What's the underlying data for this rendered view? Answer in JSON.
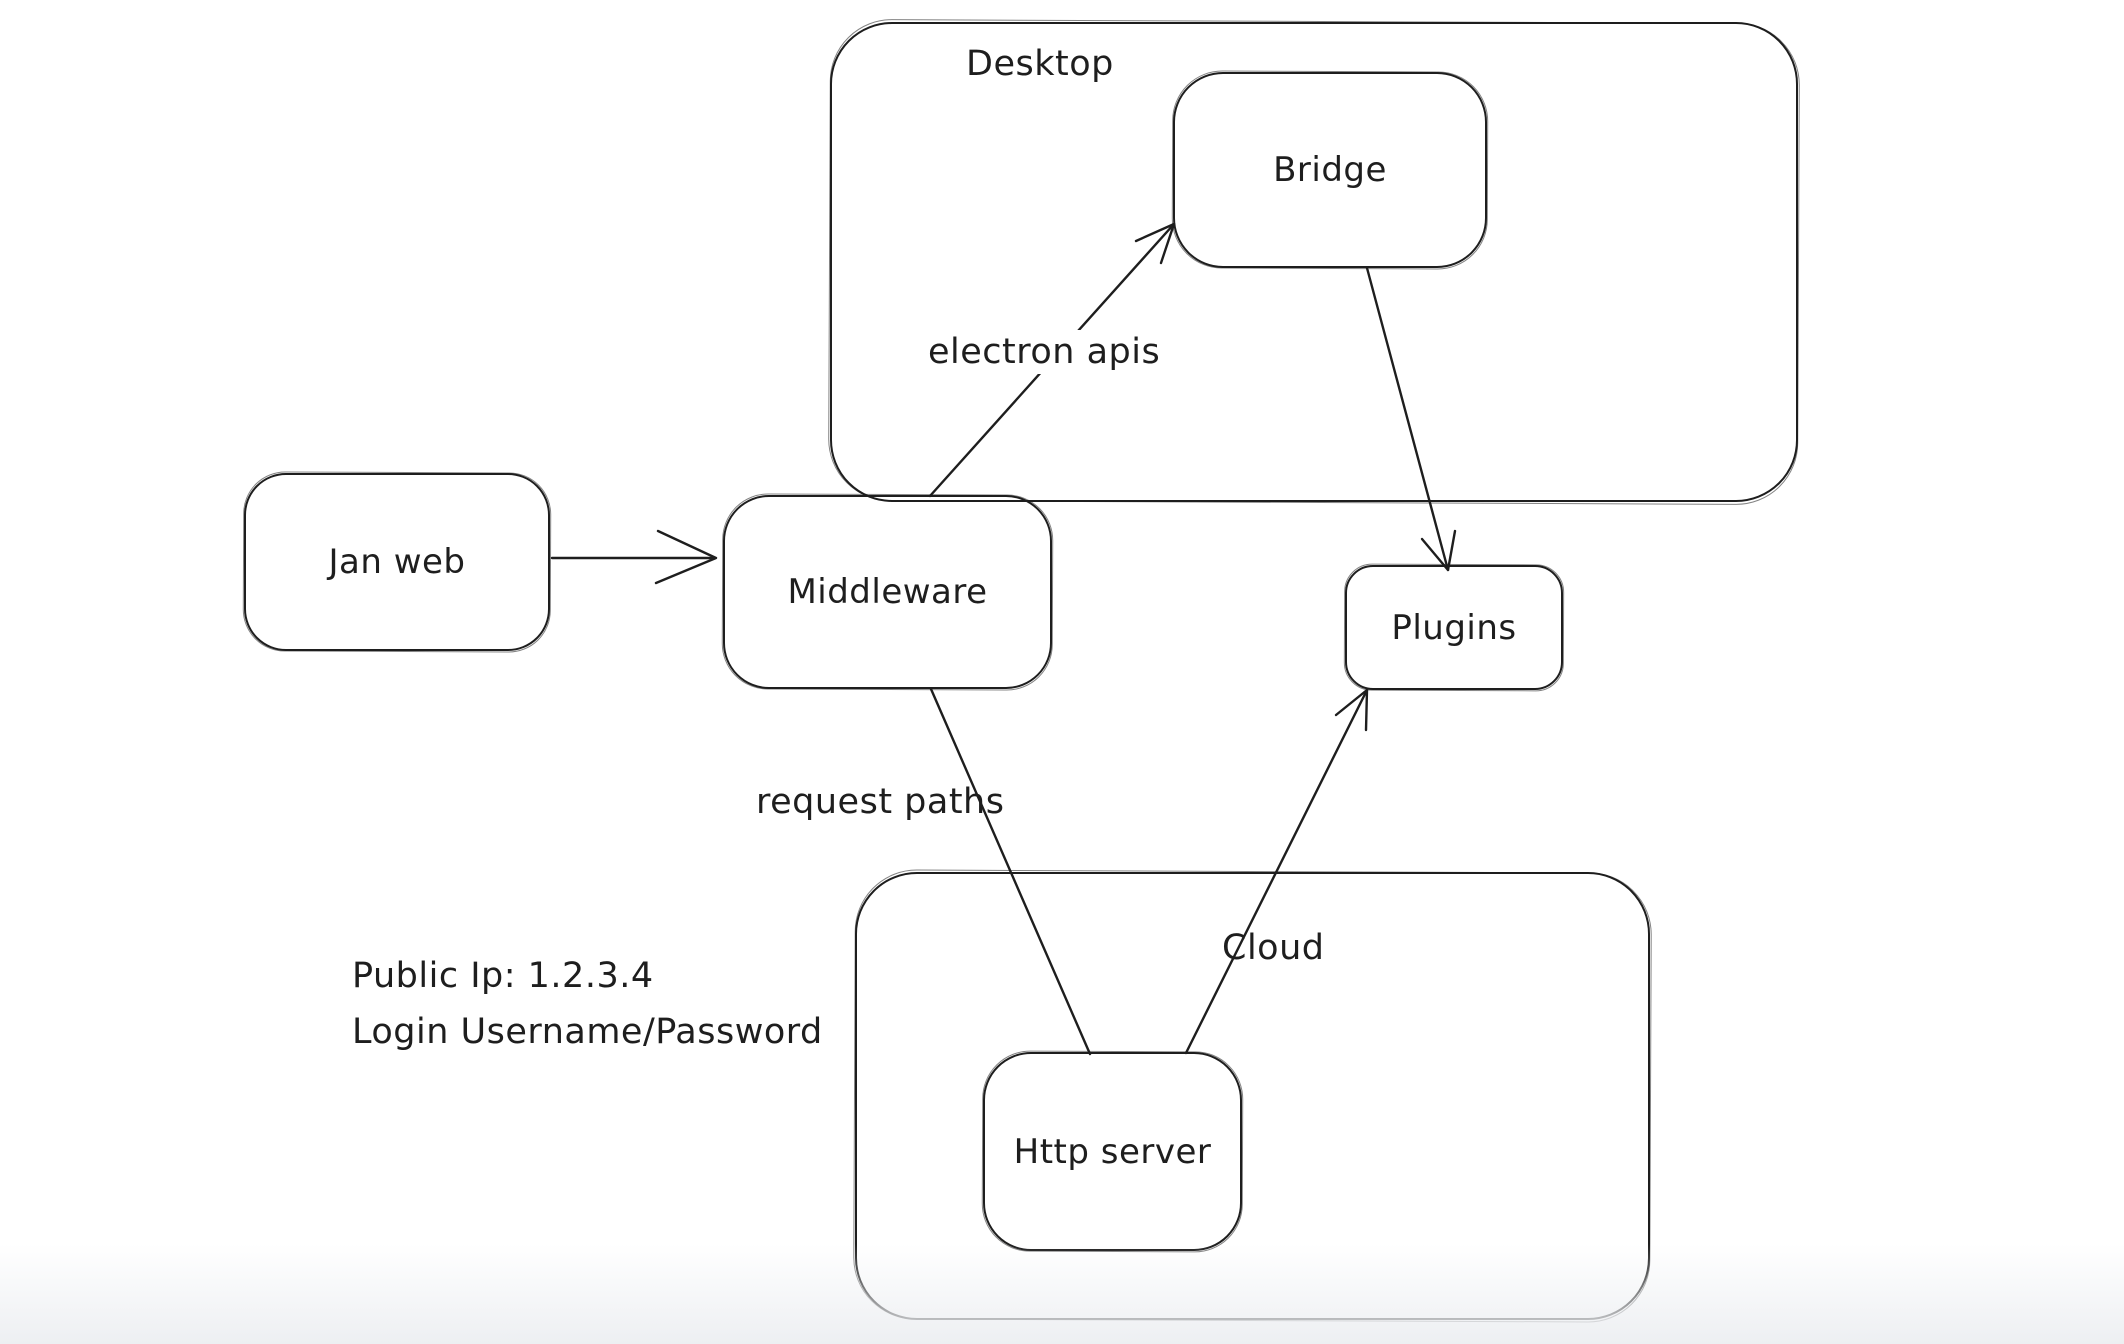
{
  "canvas": {
    "background_color": "#ffffff",
    "stroke_color": "#1e1e1e"
  },
  "containers": {
    "desktop": {
      "label": "Desktop"
    },
    "cloud": {
      "label": "Cloud"
    }
  },
  "nodes": {
    "jan_web": {
      "label": "Jan web"
    },
    "middleware": {
      "label": "Middleware"
    },
    "bridge": {
      "label": "Bridge"
    },
    "plugins": {
      "label": "Plugins"
    },
    "http_server": {
      "label": "Http server"
    }
  },
  "edge_labels": {
    "electron_apis": "electron apis",
    "request_paths": "request paths"
  },
  "notes": {
    "line1": "Public Ip: 1.2.3.4",
    "line2": "Login Username/Password"
  }
}
